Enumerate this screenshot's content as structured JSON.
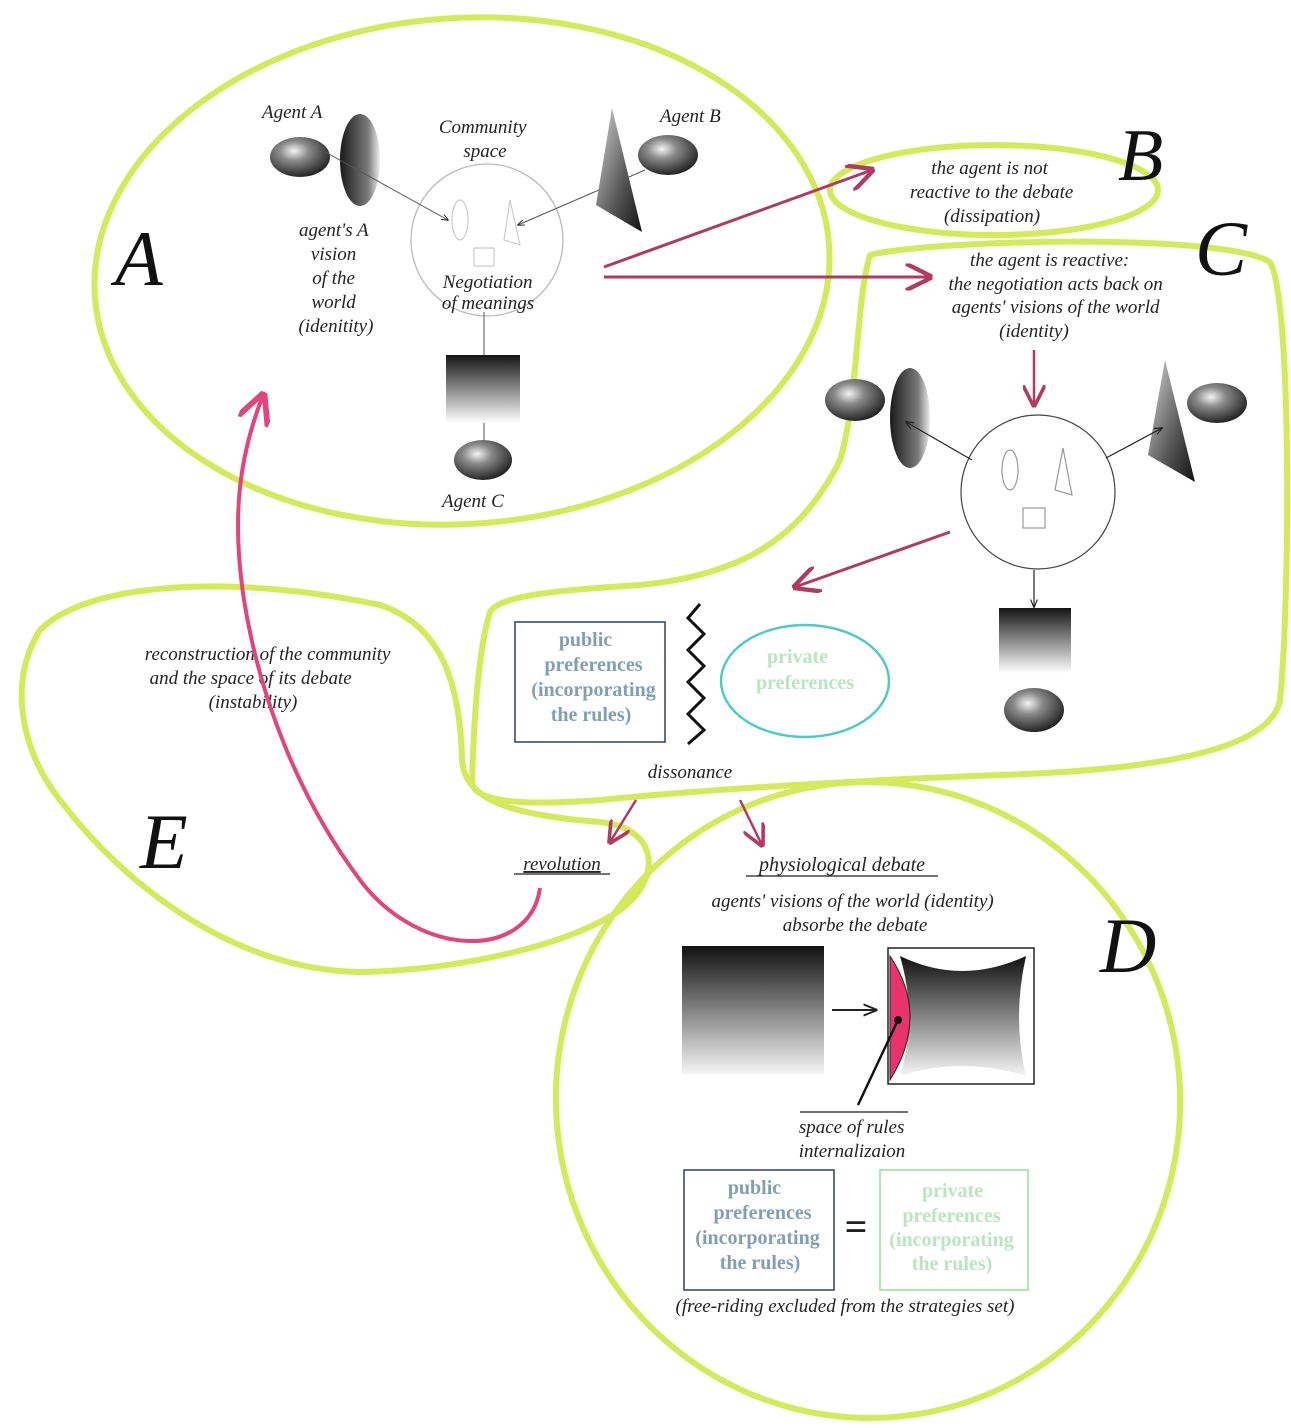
{
  "letters": {
    "a": "A",
    "b": "B",
    "c": "C",
    "d": "D",
    "e": "E"
  },
  "region_a": {
    "agent_a": "Agent A",
    "agent_b": "Agent B",
    "agent_c": "Agent C",
    "community_space": [
      "Community",
      "space"
    ],
    "vision": [
      "agent's A",
      "vision",
      "of the",
      "world",
      "(idenitity)"
    ],
    "negotiation": [
      "Negotiation",
      "of meanings"
    ]
  },
  "region_b": {
    "text": [
      "the agent is not",
      "reactive to the debate",
      "(dissipation)"
    ]
  },
  "region_c": {
    "text": [
      "the agent is reactive:",
      "the negotiation acts back on",
      "agents' visions of the world",
      "(identity)"
    ],
    "public_box": [
      "public",
      "preferences",
      "(incorporating",
      "the rules)"
    ],
    "private_ellipse": [
      "private",
      "preferences"
    ],
    "dissonance": "dissonance"
  },
  "region_e": {
    "text": [
      "reconstruction of the community",
      "and the space of its debate",
      "(instability)"
    ],
    "revolution": "revolution"
  },
  "region_d": {
    "title": "physiological debate",
    "subtitle": [
      "agents' visions of the world (identity)",
      "absorbe the debate"
    ],
    "space_label": [
      "space of rules",
      "internalizaion"
    ],
    "public_box": [
      "public",
      "preferences",
      "(incorporating",
      "the rules)"
    ],
    "equals": "=",
    "private_box": [
      "private",
      "preferences",
      "(incorporating",
      "the rules)"
    ],
    "footer": "(free-riding excluded from the strategies set)"
  },
  "colors": {
    "outline": "#d4ea5a",
    "arrow": "#b03a62",
    "pink_arrow": "#e2457e",
    "public_text": "#7f9fb5",
    "public_border": "#3a4a7a",
    "private_text": "#b8e6c0",
    "private_ellipse": "#4cc9c9",
    "private_box_border": "#9be39b",
    "pink_fill": "#e8336f"
  }
}
